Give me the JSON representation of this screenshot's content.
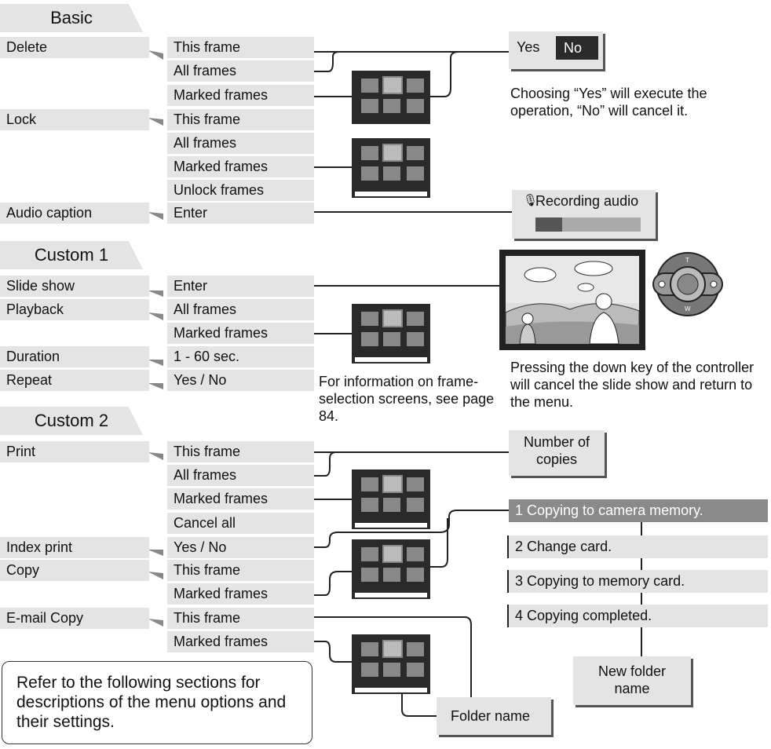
{
  "tabs": {
    "basic": "Basic",
    "custom1": "Custom 1",
    "custom2": "Custom 2"
  },
  "categories": {
    "delete": "Delete",
    "lock": "Lock",
    "audio_caption": "Audio caption",
    "slide_show": "Slide show",
    "playback": "Playback",
    "duration": "Duration",
    "repeat": "Repeat",
    "print": "Print",
    "index_print": "Index print",
    "copy": "Copy",
    "email_copy": "E-mail Copy"
  },
  "options": {
    "delete": [
      "This frame",
      "All frames",
      "Marked frames"
    ],
    "lock": [
      "This frame",
      "All frames",
      "Marked frames",
      "Unlock frames"
    ],
    "audio_caption": [
      "Enter"
    ],
    "slide_show": [
      "Enter"
    ],
    "playback": [
      "All frames",
      "Marked frames"
    ],
    "duration": [
      "1 - 60 sec."
    ],
    "repeat": [
      "Yes / No"
    ],
    "print": [
      "This frame",
      "All frames",
      "Marked frames",
      "Cancel all"
    ],
    "index_print": [
      "Yes / No"
    ],
    "copy": [
      "This frame",
      "Marked frames"
    ],
    "email_copy": [
      "This frame",
      "Marked frames"
    ]
  },
  "confirm": {
    "yes": "Yes",
    "no": "No",
    "note": "Choosing “Yes” will execute the operation, “No” will cancel it."
  },
  "audio": {
    "label": "Recording audio",
    "icon": "microphone-icon",
    "progress": 0.25
  },
  "slideshow_note": "Pressing the down key of the controller will cancel the slide show and return to the menu.",
  "controller": {
    "top": "T",
    "bottom": "W"
  },
  "frame_note": "For information on frame-selection screens, see page 84.",
  "copies": "Number of copies",
  "copy_steps": [
    "1 Copying to camera memory.",
    "2 Change card.",
    "3 Copying to memory card.",
    "4 Copying completed."
  ],
  "new_folder": "New folder name",
  "folder_name": "Folder name",
  "refer_note": "Refer to the following sections for descriptions of the menu options and their settings.",
  "colors": {
    "panel": "#e4e4e4",
    "dark": "#2a2a2a",
    "step1": "#8a8a8a"
  }
}
